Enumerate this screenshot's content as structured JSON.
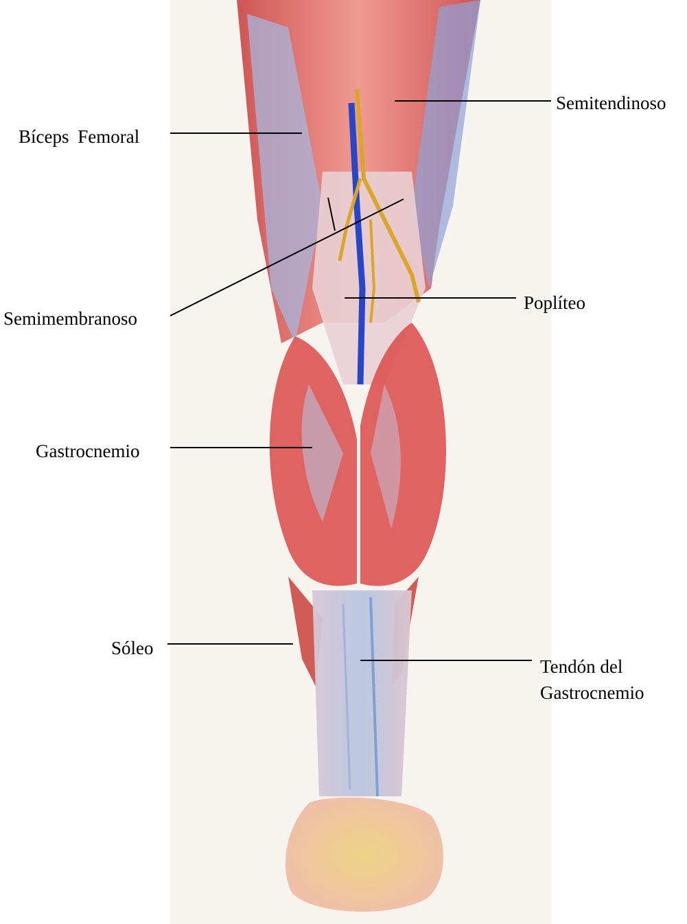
{
  "figure": {
    "labels": {
      "semitendinoso": "Semitendinoso",
      "biceps_femoral": "Bíceps  Femoral",
      "popliteo": "Poplíteo",
      "semimembranoso": "Semimembranoso",
      "gastrocnemio": "Gastrocnemio",
      "soleo": "Sóleo",
      "tendon_line1": "Tendón del",
      "tendon_line2": "Gastrocnemio"
    },
    "colors": {
      "paper": "#f7f3ee",
      "muscle": "#d94a47",
      "muscle_light": "#ee8a82",
      "tendon": "#b8c6e0",
      "tendon_blue": "#7f9fd6",
      "vein": "#2846c8",
      "nerve": "#d9a62a",
      "heel": "#e8c57a",
      "outline": "#6b3a30"
    }
  }
}
